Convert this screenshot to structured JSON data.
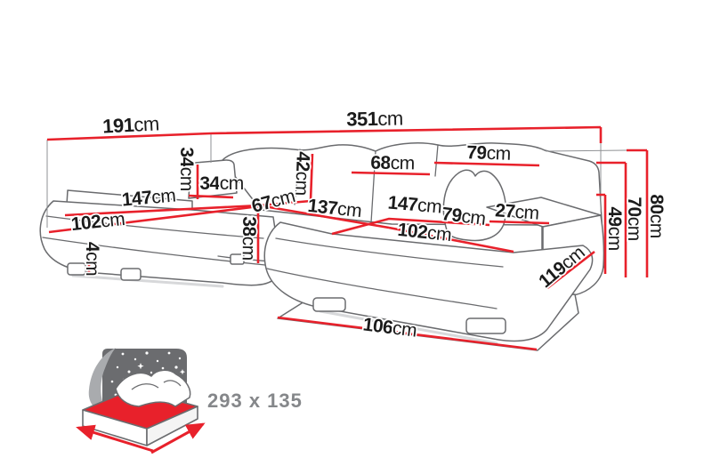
{
  "diagram": {
    "unit": "cm",
    "dimensions": {
      "total_width": {
        "value": "351",
        "unit": "cm"
      },
      "left_depth": {
        "value": "191",
        "unit": "cm"
      },
      "left_back_length": {
        "value": "147",
        "unit": "cm"
      },
      "left_seat_length": {
        "value": "102",
        "unit": "cm"
      },
      "headrest_height": {
        "value": "34",
        "unit": "cm"
      },
      "headrest_width": {
        "value": "34",
        "unit": "cm"
      },
      "leg_height": {
        "value": "4",
        "unit": "cm"
      },
      "middle_seat_width": {
        "value": "67",
        "unit": "cm"
      },
      "backrest_height": {
        "value": "42",
        "unit": "cm"
      },
      "middle_seat_length": {
        "value": "137",
        "unit": "cm"
      },
      "seat_front_height": {
        "value": "38",
        "unit": "cm"
      },
      "back_cushion_width": {
        "value": "68",
        "unit": "cm"
      },
      "back_cushion_width_right": {
        "value": "79",
        "unit": "cm"
      },
      "right_inner_length": {
        "value": "147",
        "unit": "cm"
      },
      "right_seat_width": {
        "value": "79",
        "unit": "cm"
      },
      "armrest_width": {
        "value": "27",
        "unit": "cm"
      },
      "right_seat_length": {
        "value": "102",
        "unit": "cm"
      },
      "right_depth": {
        "value": "119",
        "unit": "cm"
      },
      "front_clearance": {
        "value": "106",
        "unit": "cm"
      },
      "total_height": {
        "value": "80",
        "unit": "cm"
      },
      "armrest_height": {
        "value": "70",
        "unit": "cm"
      },
      "seat_height": {
        "value": "49",
        "unit": "cm"
      }
    },
    "sleeping_area": {
      "label": "293 x 135"
    },
    "colors": {
      "dimension_line": "#e8212b",
      "outline": "#6a6b6e",
      "night_panel": "#6b6c6f",
      "moon_light": "#a9abae",
      "label_text": "#1b1b1b",
      "sleeping_area_text": "#85878a"
    }
  }
}
